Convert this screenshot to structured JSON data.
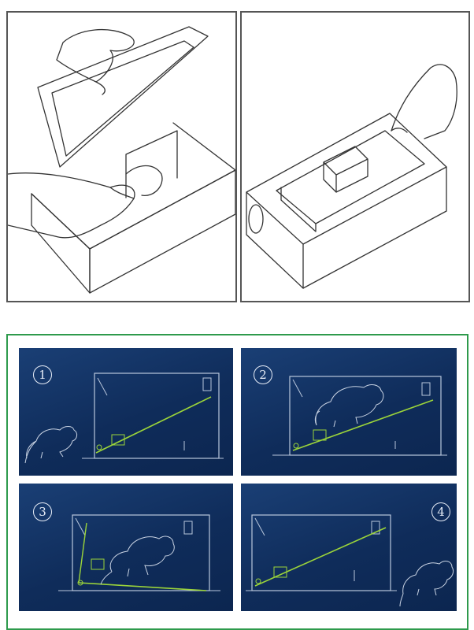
{
  "panels": [
    {
      "number": "1"
    },
    {
      "number": "2"
    },
    {
      "number": "3"
    },
    {
      "number": "4"
    }
  ],
  "colors": {
    "panel_bg": "#12325f",
    "box_outline": "#b9c7dc",
    "ramp": "#9bd43a",
    "frame_border": "#2e9a4c"
  }
}
